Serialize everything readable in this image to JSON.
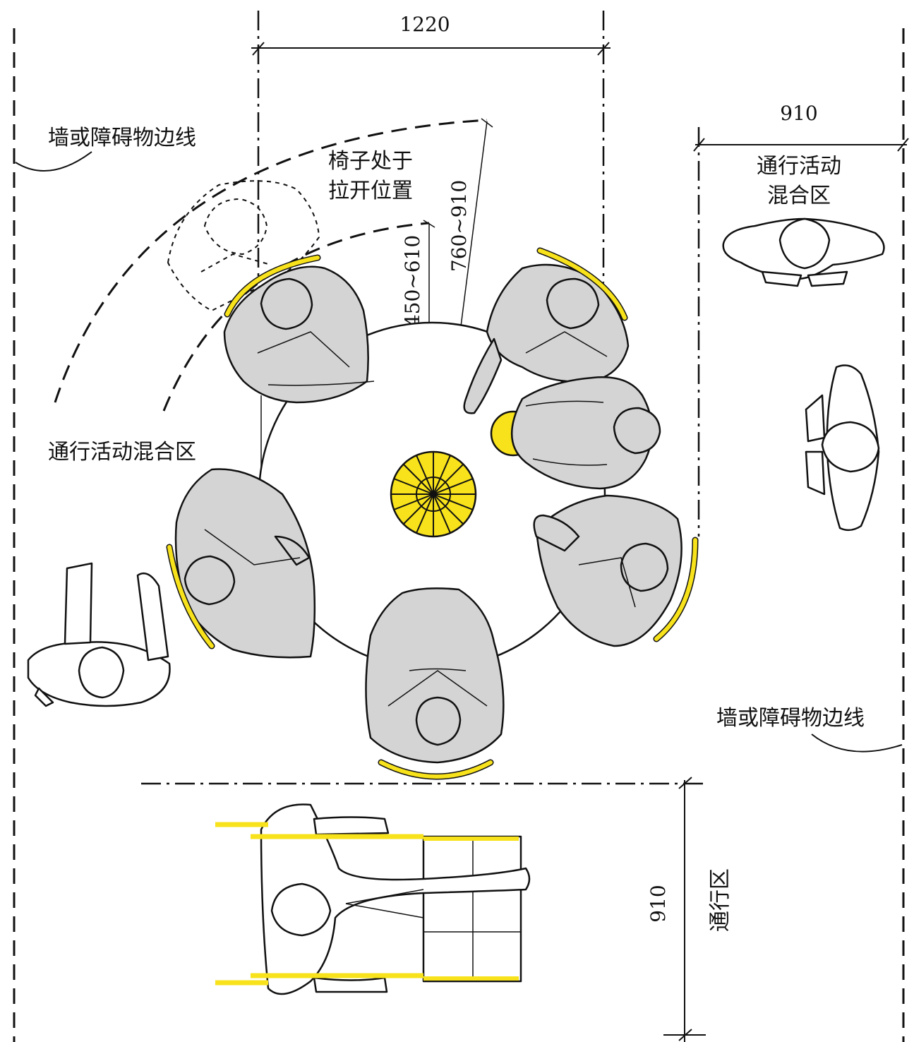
{
  "dimensions": {
    "table_width": "1220",
    "right_aisle_width": "910",
    "bottom_aisle_width": "910",
    "chair_pullout": "450~610",
    "chair_clearance": "760~910"
  },
  "labels": {
    "wall_edge_top": "墙或障碍物边线",
    "wall_edge_bottom": "墙或障碍物边线",
    "chair_pulled_line1": "椅子处于",
    "chair_pulled_line2": "拉开位置",
    "mixed_zone_right_line1": "通行活动",
    "mixed_zone_right_line2": "混合区",
    "mixed_zone_left": "通行活动混合区",
    "circulation_zone": "通行区"
  },
  "colors": {
    "accent_yellow": "#f7e21b",
    "figure_gray": "#d4d4d4",
    "line": "#111111"
  }
}
